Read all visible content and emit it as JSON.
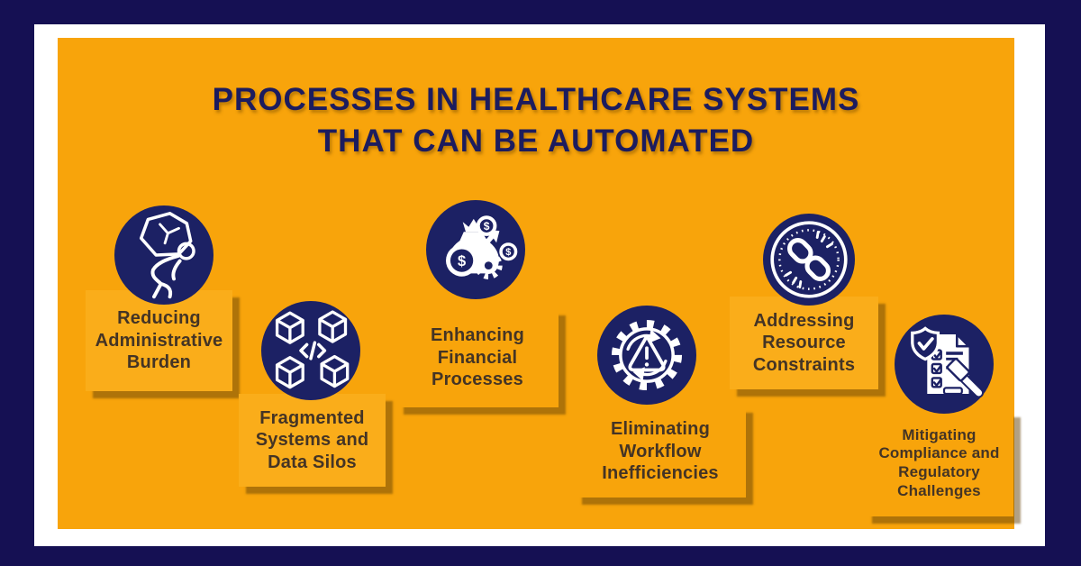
{
  "frame": {
    "border_color": "#151053",
    "frame_color": "#ffffff",
    "canvas_color": "#F8A40B"
  },
  "title": {
    "line1": "PROCESSES IN HEALTHCARE SYSTEMS",
    "line2": "THAT CAN BE AUTOMATED",
    "color": "#1c1c5e"
  },
  "items": [
    {
      "label": "Reducing Administrative Burden",
      "icon": "burden-rock-person-icon"
    },
    {
      "label": "Fragmented Systems and Data Silos",
      "icon": "cubes-code-icon"
    },
    {
      "label": "Enhancing Financial Processes",
      "icon": "money-bag-growth-icon"
    },
    {
      "label": "Eliminating Workflow Inefficiencies",
      "icon": "gear-warning-icon"
    },
    {
      "label": "Addressing Resource Constraints",
      "icon": "broken-chain-icon"
    },
    {
      "label": "Mitigating Compliance and Regulatory Challenges",
      "icon": "compliance-checklist-gavel-icon"
    }
  ],
  "colors": {
    "icon_circle": "#1c2164",
    "label_text": "#443425",
    "card_fill": "#FAAD1A",
    "card_shadow": "rgba(99,66,8,0.5)",
    "icon_stroke": "#ffffff"
  }
}
